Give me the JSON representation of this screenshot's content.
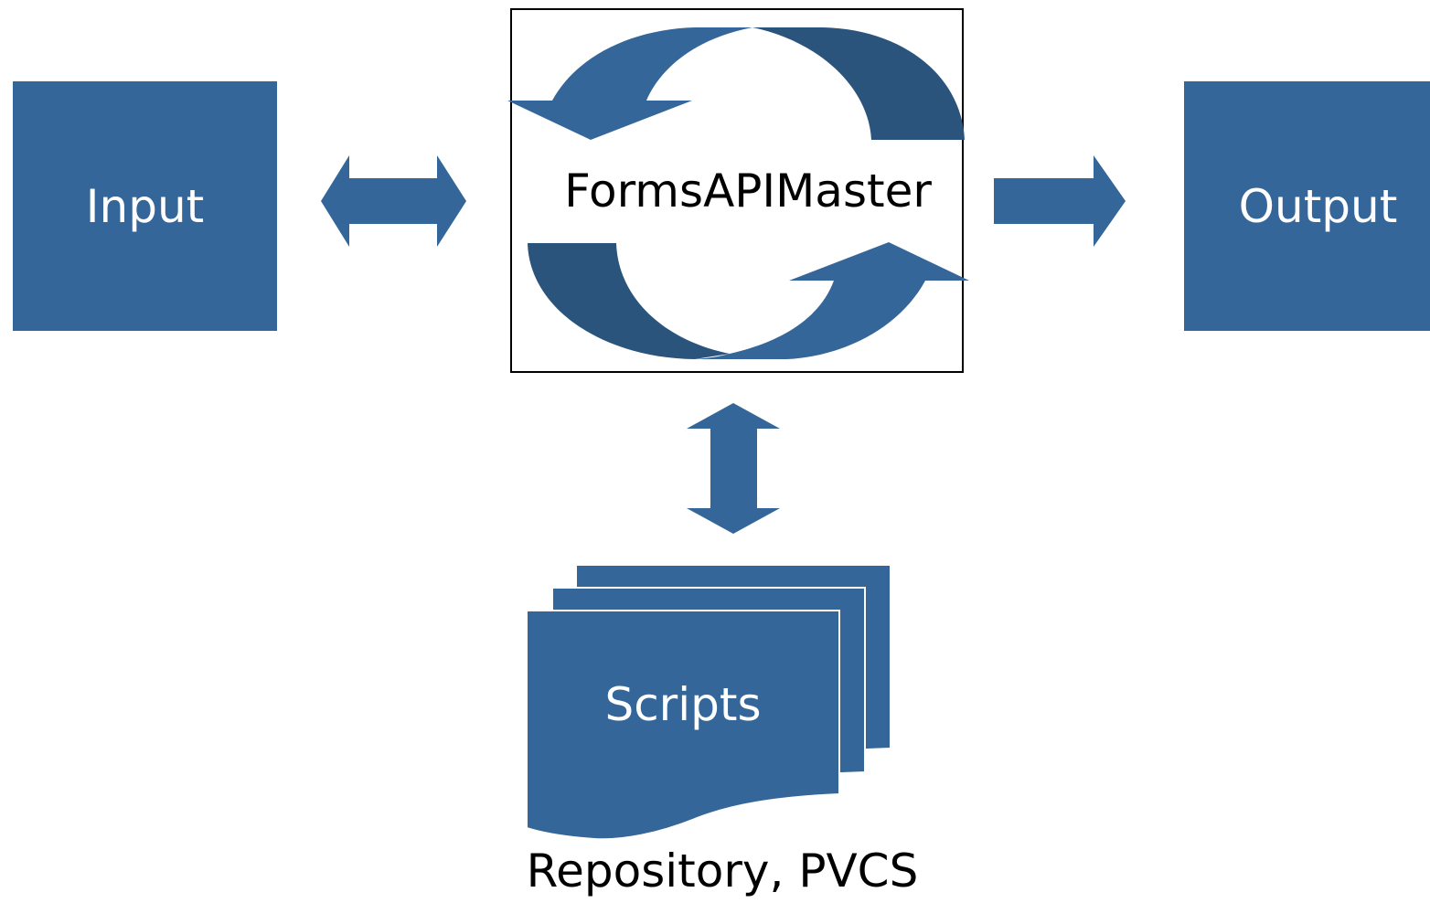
{
  "nodes": {
    "input": {
      "label": "Input"
    },
    "master": {
      "label": "FormsAPIMaster"
    },
    "output": {
      "label": "Output"
    },
    "scripts": {
      "label": "Scripts"
    },
    "repository": {
      "label": "Repository, PVCS"
    }
  },
  "edges": [
    {
      "from": "input",
      "to": "master",
      "direction": "both"
    },
    {
      "from": "master",
      "to": "output",
      "direction": "forward"
    },
    {
      "from": "master",
      "to": "scripts",
      "direction": "both"
    }
  ],
  "colors": {
    "box_fill": "#346699",
    "box_fill_dark": "#2a547c",
    "box_text": "#ffffff",
    "label_text": "#000000"
  },
  "icons": {
    "master": "refresh-cycle-icon",
    "scripts": "stacked-documents-icon"
  }
}
